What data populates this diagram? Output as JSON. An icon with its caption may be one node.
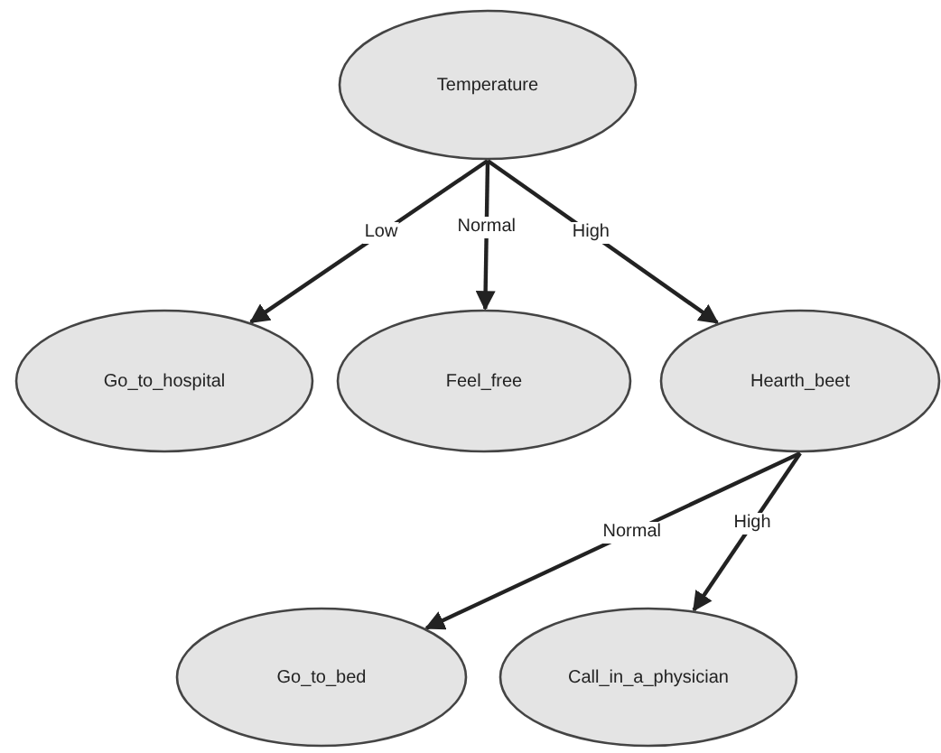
{
  "diagram": {
    "nodes": [
      {
        "text": [
          "Temperature"
        ]
      },
      {
        "text": [
          "Go_to_hospital"
        ]
      },
      {
        "text": [
          "Feel_free"
        ]
      },
      {
        "text": [
          "Hearth_beet"
        ]
      },
      {
        "text": [
          "Go_to_bed"
        ]
      },
      {
        "text": [
          "Call_in_a_physician"
        ]
      }
    ],
    "edges": [
      {
        "from": 0,
        "to": 1,
        "label": "Low",
        "arrow": "to"
      },
      {
        "from": 0,
        "to": 2,
        "label": "Normal",
        "arrow": "to"
      },
      {
        "from": 0,
        "to": 3,
        "label": "High",
        "arrow": "to"
      },
      {
        "from": 3,
        "to": 4,
        "label": "Normal",
        "arrow": "to"
      },
      {
        "from": 3,
        "to": 5,
        "label": "High",
        "arrow": "to"
      }
    ]
  }
}
